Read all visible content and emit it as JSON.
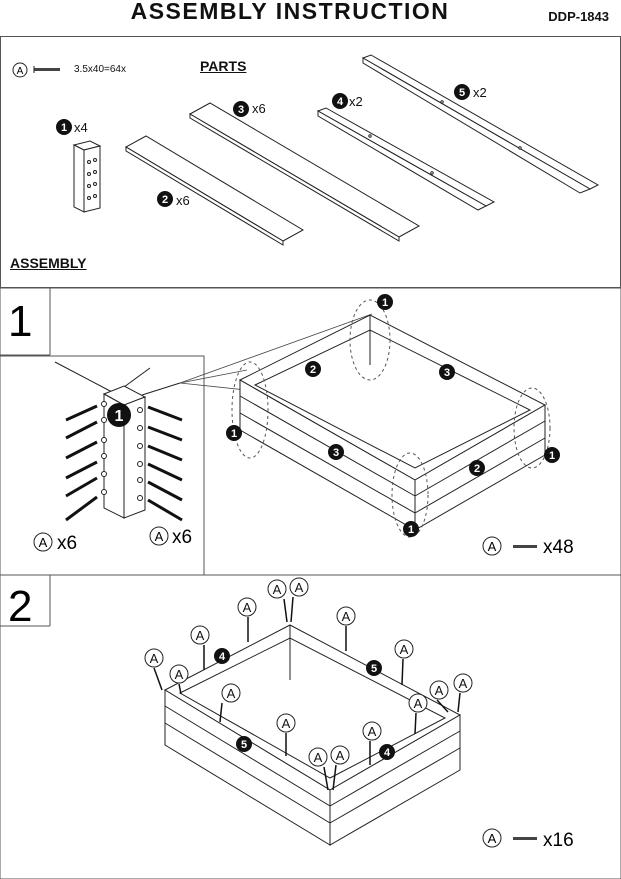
{
  "header": {
    "title": "ASSEMBLY  INSTRUCTION",
    "model": "DDP-1843"
  },
  "parts": {
    "heading": "PARTS",
    "screw": {
      "id": "A",
      "spec": "3.5x40=64x"
    },
    "items": [
      {
        "num": "1",
        "qty": "x4"
      },
      {
        "num": "2",
        "qty": "x6"
      },
      {
        "num": "3",
        "qty": "x6"
      },
      {
        "num": "4",
        "qty": "x2"
      },
      {
        "num": "5",
        "qty": "x2"
      }
    ]
  },
  "assembly": {
    "heading": "ASSEMBLY"
  },
  "step1": {
    "number": "1",
    "detail_left": "x6",
    "detail_right": "x6",
    "screw_total": "x48",
    "labels": [
      "1",
      "2",
      "3",
      "1",
      "3",
      "2",
      "1",
      "1",
      "1"
    ]
  },
  "step2": {
    "number": "2",
    "screw_total": "x16",
    "labels": [
      "4",
      "5",
      "5",
      "4"
    ],
    "screw_letter": "A"
  },
  "icons": {
    "screw": "screw-icon",
    "circle_letter": "circled-letter-icon"
  }
}
